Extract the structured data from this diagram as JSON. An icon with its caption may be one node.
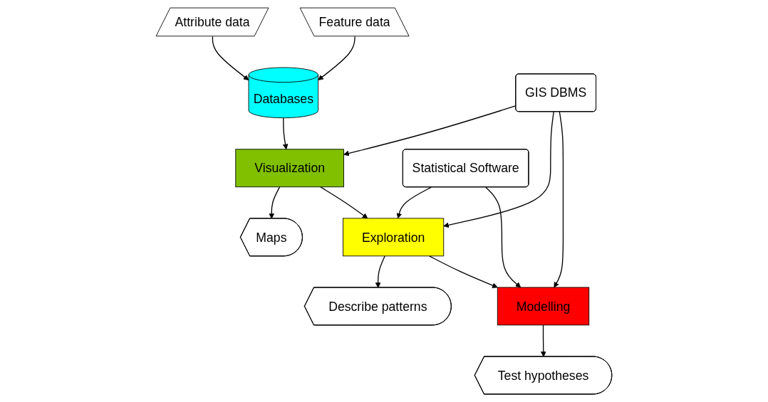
{
  "diagram": {
    "nodes": [
      {
        "text": [
          "Attribute data"
        ]
      },
      {
        "text": [
          "Feature data"
        ]
      },
      {
        "text": [
          "Databases"
        ]
      },
      {
        "text": [
          "Visualization"
        ]
      },
      {
        "text": [
          "Maps"
        ]
      },
      {
        "text": [
          "GIS DBMS"
        ]
      },
      {
        "text": [
          "Exploration"
        ]
      },
      {
        "text": [
          "Describe patterns"
        ]
      },
      {
        "text": [
          "Statistical Software"
        ]
      },
      {
        "text": [
          "Modelling"
        ]
      },
      {
        "text": [
          "Test hypotheses"
        ]
      }
    ],
    "edges": [
      {
        "from": 0,
        "to": 2,
        "arrow": "to"
      },
      {
        "from": 1,
        "to": 2,
        "arrow": "to"
      },
      {
        "from": 2,
        "to": 3,
        "arrow": "to"
      },
      {
        "from": 3,
        "to": 4,
        "arrow": "to"
      },
      {
        "from": 5,
        "to": 3,
        "arrow": "to"
      },
      {
        "from": 5,
        "to": 6,
        "arrow": "to"
      },
      {
        "from": 5,
        "to": 9,
        "arrow": "to"
      },
      {
        "from": 3,
        "to": 6,
        "arrow": "to"
      },
      {
        "from": 6,
        "to": 7,
        "arrow": "to"
      },
      {
        "from": 8,
        "to": 6,
        "arrow": "to"
      },
      {
        "from": 8,
        "to": 9,
        "arrow": "to"
      },
      {
        "from": 6,
        "to": 9,
        "arrow": "to"
      },
      {
        "from": 9,
        "to": 10,
        "arrow": "to"
      }
    ]
  }
}
